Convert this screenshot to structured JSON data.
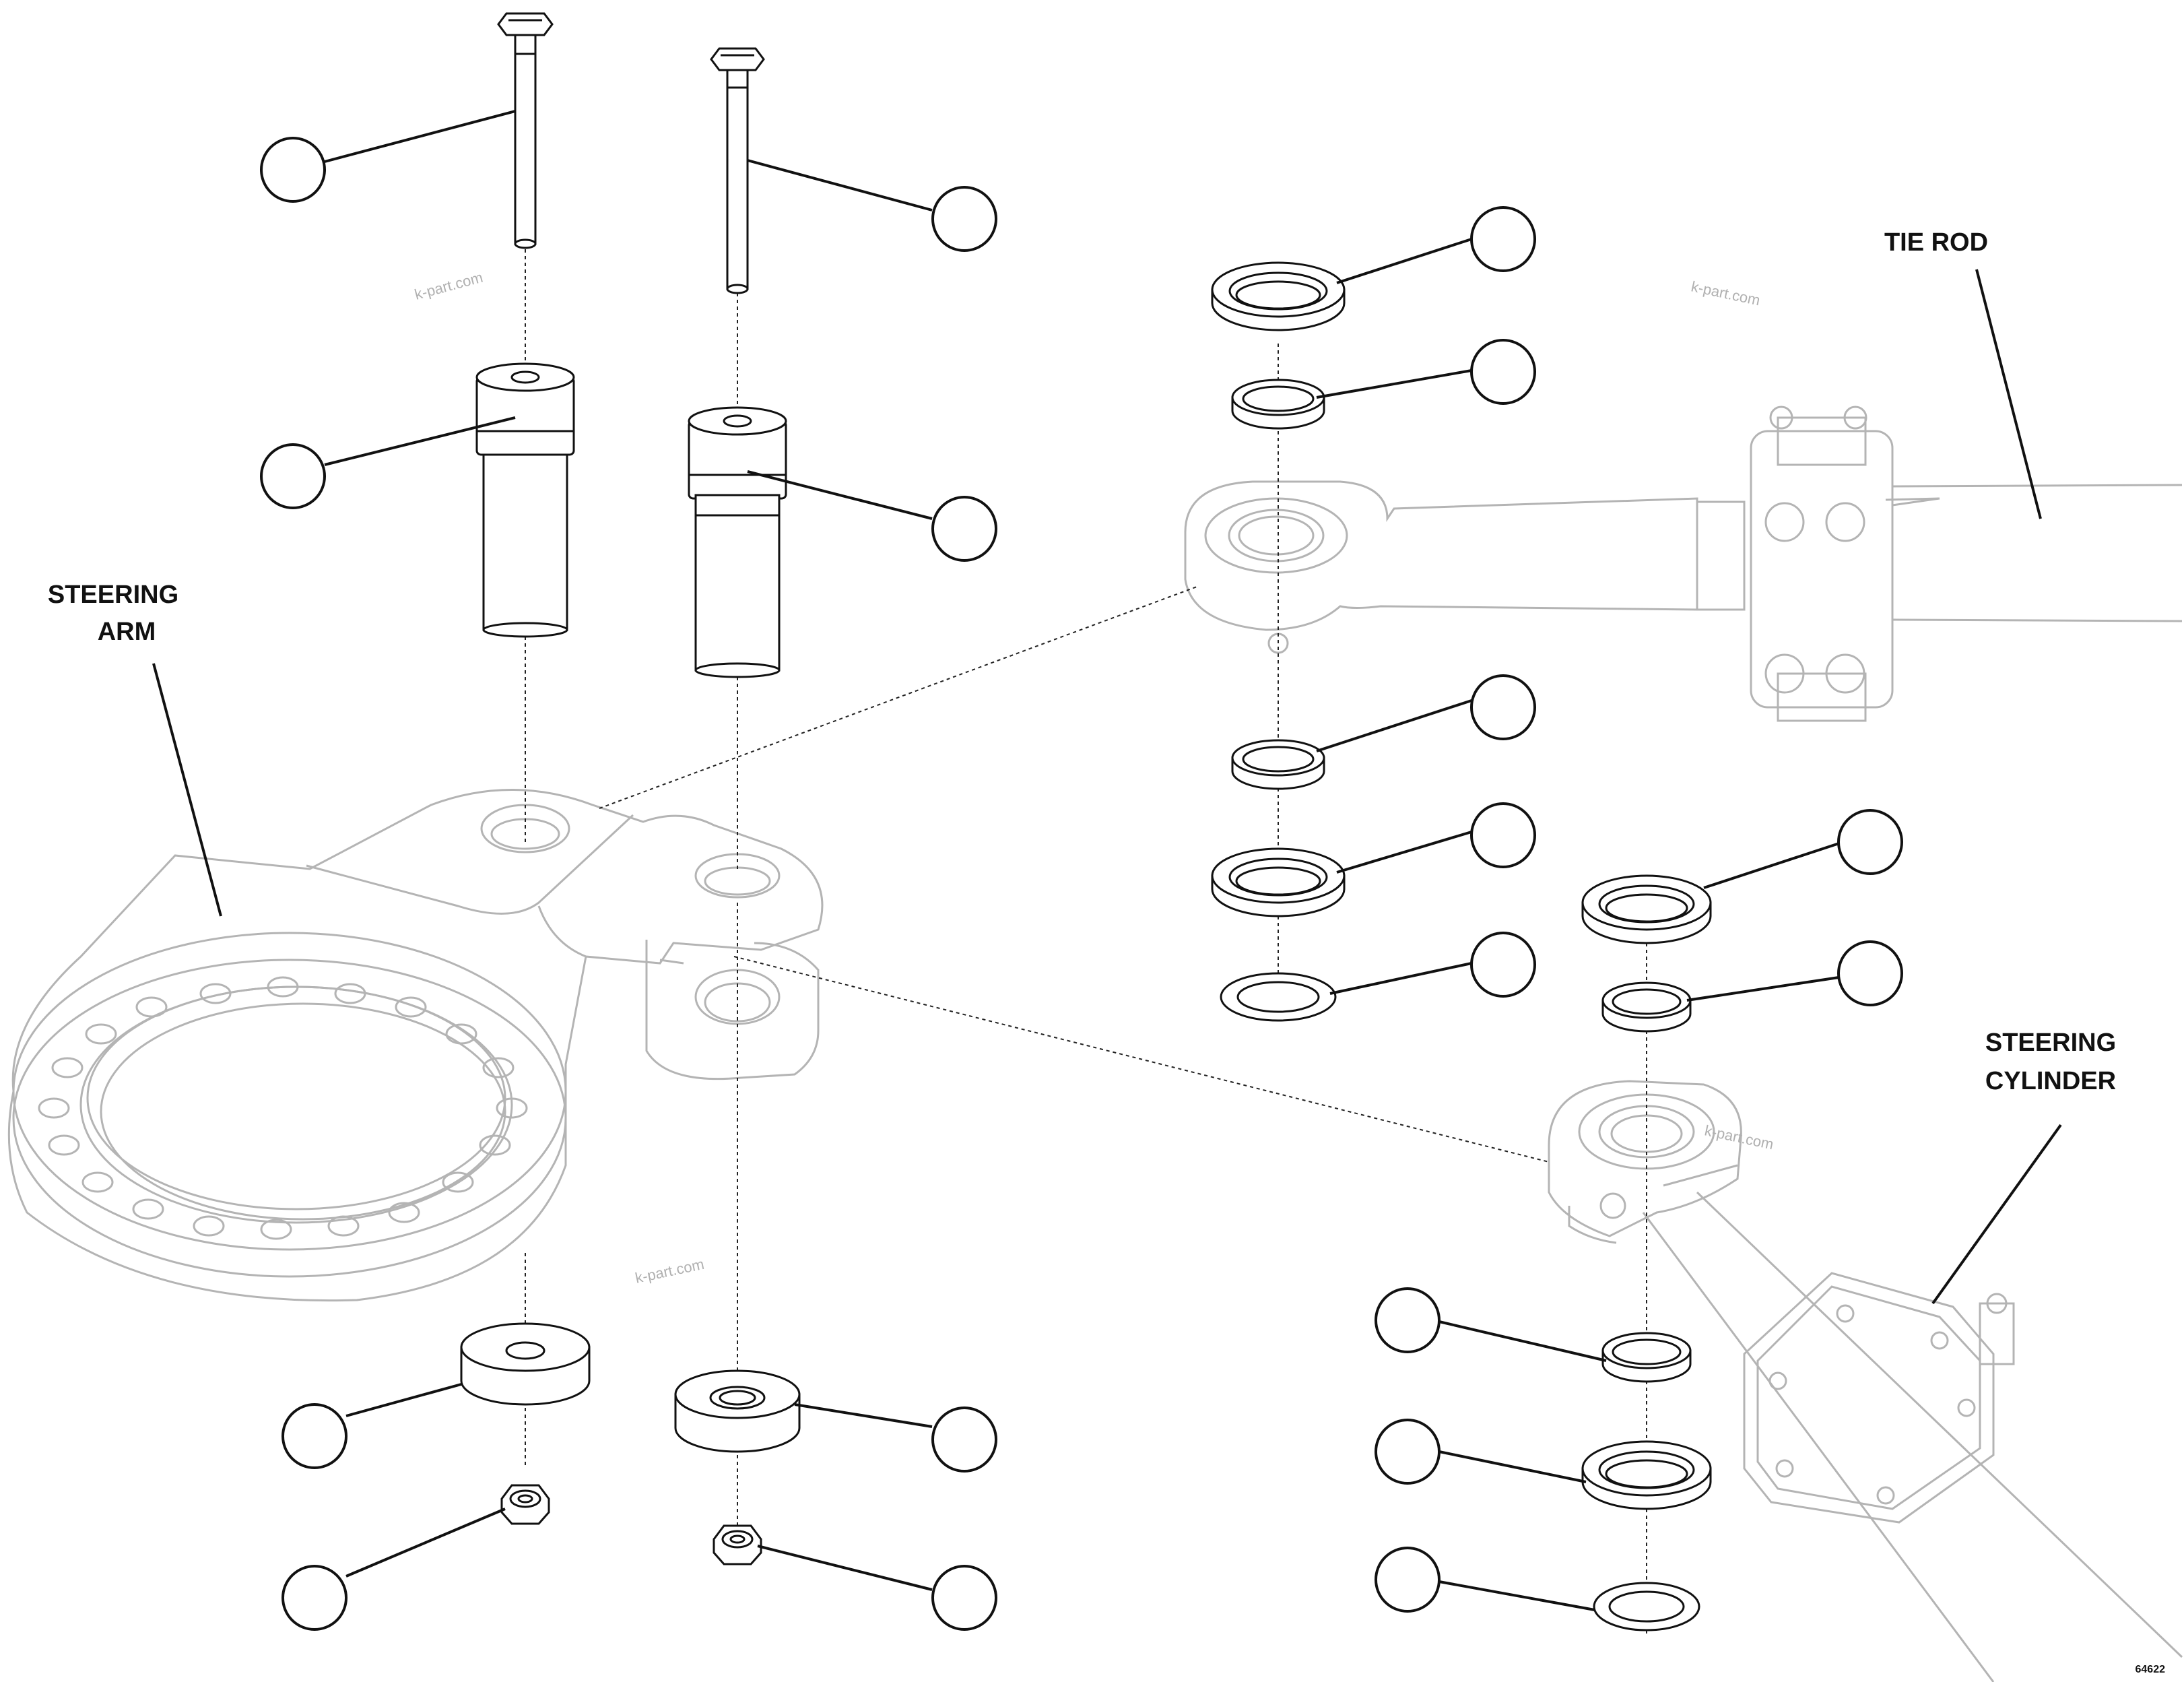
{
  "labels": {
    "steering_arm_line1": "STEERING",
    "steering_arm_line2": "ARM",
    "tie_rod": "TIE ROD",
    "steering_cylinder_line1": "STEERING",
    "steering_cylinder_line2": "CYLINDER"
  },
  "watermark": "k-part.com",
  "figure_number": "64622"
}
